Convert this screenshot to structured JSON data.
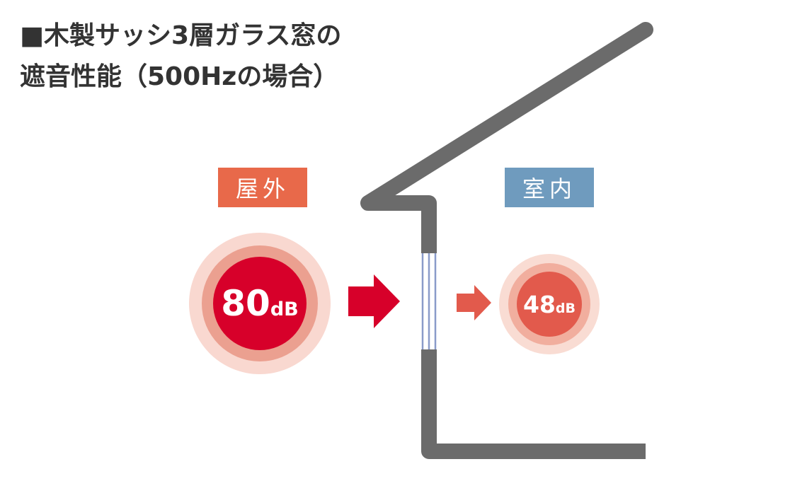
{
  "title": {
    "line1": "■木製サッシ3層ガラス窓の",
    "line2": "遮音性能（500Hzの場合）"
  },
  "outdoor": {
    "label": "屋外",
    "value": "80",
    "unit": "dB",
    "label_color": "#E8694A"
  },
  "indoor": {
    "label": "室内",
    "value": "48",
    "unit": "dB",
    "label_color": "#6F9BBE"
  },
  "colors": {
    "house_outline": "#6B6B6B",
    "outdoor_circle": "#D7002A",
    "indoor_circle": "#E25A4C",
    "window_glass": "#8A9BC9"
  },
  "icons": {
    "outdoor_arrow": "arrow-right-icon",
    "indoor_arrow": "arrow-right-icon"
  }
}
